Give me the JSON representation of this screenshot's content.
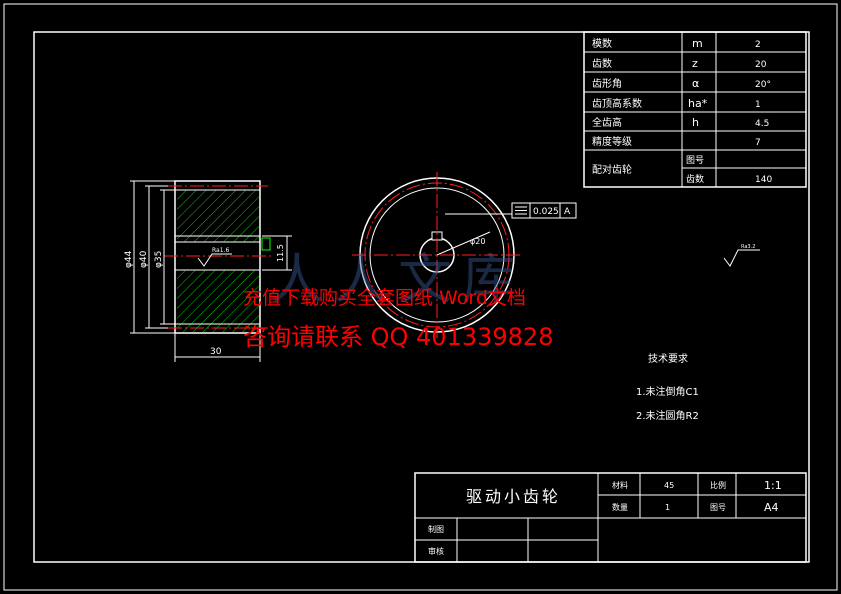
{
  "params": [
    {
      "name": "模数",
      "symbol": "m",
      "value": "2"
    },
    {
      "name": "齿数",
      "symbol": "z",
      "value": "20"
    },
    {
      "name": "齿形角",
      "symbol": "α",
      "value": "20°"
    },
    {
      "name": "齿顶高系数",
      "symbol": "ha*",
      "value": "1"
    },
    {
      "name": "全齿高",
      "symbol": "h",
      "value": "4.5"
    },
    {
      "name": "精度等级",
      "symbol": "",
      "value": "7"
    }
  ],
  "mating": {
    "label": "配对齿轮",
    "rows": [
      {
        "name": "图号",
        "value": ""
      },
      {
        "name": "齿数",
        "value": "140"
      }
    ]
  },
  "dims": {
    "d44": "φ44",
    "d40": "φ40",
    "d35": "φ35",
    "width": "30",
    "keyway": "11.5",
    "bore": "φ20",
    "tol": "0.025",
    "datum": "A",
    "rough": "Ra1.6",
    "rough2": "Ra3.2"
  },
  "tech": {
    "title": "技术要求",
    "items": [
      "1.未注倒角C1",
      "2.未注圆角R2"
    ]
  },
  "titleblock": {
    "part": "驱动小齿轮",
    "material_label": "材料",
    "material": "45",
    "scale_label": "比例",
    "scale": "1:1",
    "qty_label": "数量",
    "qty": "1",
    "sheet_label": "图号",
    "sheet": "A4",
    "draw_label": "制图",
    "check_label": "审核"
  },
  "watermark": {
    "line1": "充值下载购买全套图纸 Word文档",
    "line2": "咨询请联系  QQ 401339828",
    "logo": "人人文库"
  },
  "colors": {
    "background": "#000000",
    "line": "#ffffff",
    "grid": "#00ff00",
    "center": "#ff2020",
    "hatch": "#00ff00",
    "dim": "#ffffff",
    "watermark": "#ff0000"
  }
}
